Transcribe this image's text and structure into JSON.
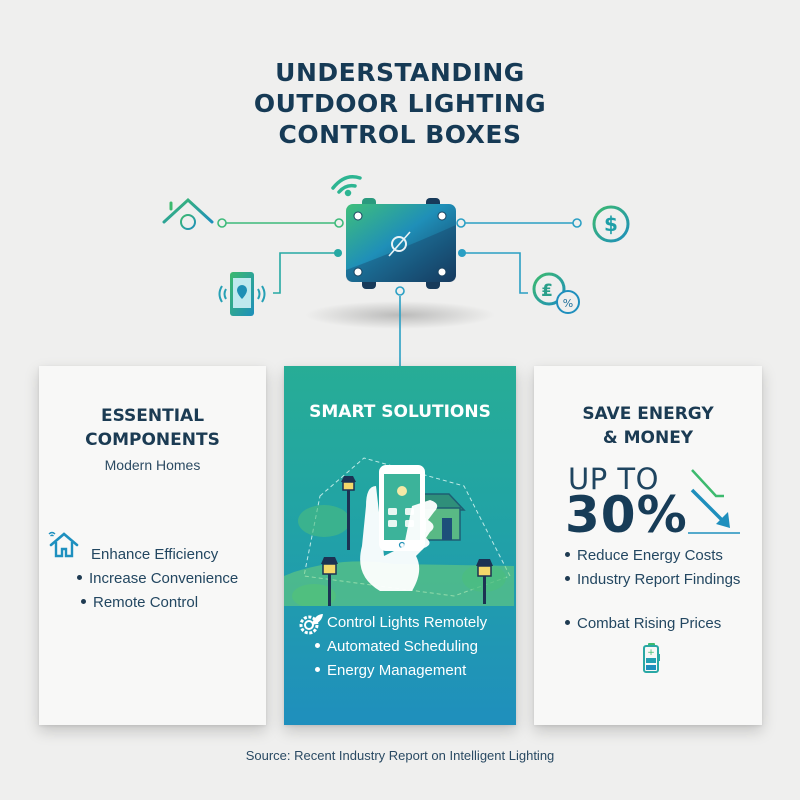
{
  "title": {
    "lines": [
      "UNDERSTANDING",
      "OUTDOOR LIGHTING",
      "CONTROL BOXES"
    ]
  },
  "diagram": {
    "center_icon": "control-box-icon",
    "top_icon": "wifi-icon",
    "left_icons": [
      "house-lightbulb-icon",
      "smartphone-location-icon"
    ],
    "right_icons": [
      "dollar-coin-icon",
      "savings-percent-icon"
    ]
  },
  "cards": {
    "left": {
      "title_line1": "ESSENTIAL",
      "title_line2": "COMPONENTS",
      "subtitle": "Modern Homes",
      "icon": "smart-home-wifi-icon",
      "items": [
        "Enhance Efficiency",
        "Increase Convenience",
        "Remote Control"
      ]
    },
    "middle": {
      "title": "SMART SOLUTIONS",
      "illustration": "smartphone-hand-house-lamps-illustration",
      "icon": "gear-leaf-icon",
      "items": [
        "Control Lights Remotely",
        "Automated Scheduling",
        "Energy Management"
      ]
    },
    "right": {
      "title_line1": "SAVE ENERGY",
      "title_line2": "& MONEY",
      "stat_prefix": "UP TO",
      "stat_value": "30%",
      "stat_icon": "downward-trend-arrows-icon",
      "items": [
        "Reduce Energy Costs",
        "Industry Report Findings",
        "Combat Rising Prices"
      ],
      "footer_icon": "battery-charging-icon"
    }
  },
  "source": "Source: Recent Industry Report on Intelligent Lighting",
  "colors": {
    "navy": "#163a55",
    "teal": "#27ad96",
    "blue": "#1f8fbd",
    "green": "#3dba6e",
    "background": "#efefee"
  }
}
